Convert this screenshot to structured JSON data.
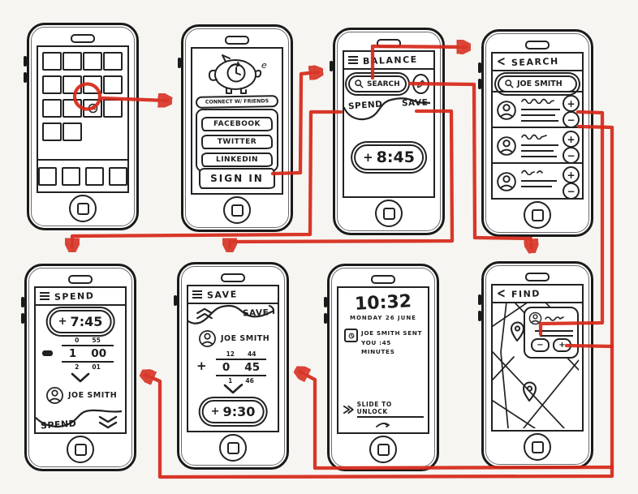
{
  "colors": {
    "ink": "#1d1d1d",
    "red": "#d6291a",
    "paper": "#f6f5f1"
  },
  "icons": {
    "menu": "≡",
    "back": "<",
    "plus": "+",
    "minus": "−"
  },
  "phones": {
    "signin": {
      "connect_label": "CONNECT W/ FRIENDS",
      "social": [
        "FACEBOOK",
        "TWITTER",
        "LINKEDIN"
      ],
      "sign_in": "SIGN IN"
    },
    "balance": {
      "title": "BALANCE",
      "search": "SEARCH",
      "spend_tab": "SPEND",
      "save_tab": "SAVE",
      "time": "8:45"
    },
    "search": {
      "title": "SEARCH",
      "query": "JOE SMITH"
    },
    "spend": {
      "title": "SPEND",
      "time": "7:45",
      "wheel": [
        [
          "0",
          "55"
        ],
        [
          "1",
          "00"
        ],
        [
          "2",
          "01"
        ]
      ],
      "contact": "JOE SMITH",
      "action": "SPEND"
    },
    "save": {
      "title": "SAVE",
      "tab": "SAVE",
      "contact": "JOE SMITH",
      "wheel": [
        [
          "12",
          "44"
        ],
        [
          "0",
          "45"
        ],
        [
          "1",
          "46"
        ]
      ],
      "time": "9:30"
    },
    "lock": {
      "time": "10:32",
      "date": "MONDAY 26 JUNE",
      "notification": [
        "JOE SMITH SENT",
        "YOU :45 MINUTES"
      ],
      "slide_label": "SLIDE TO UNLOCK"
    },
    "find": {
      "title": "FIND"
    }
  }
}
